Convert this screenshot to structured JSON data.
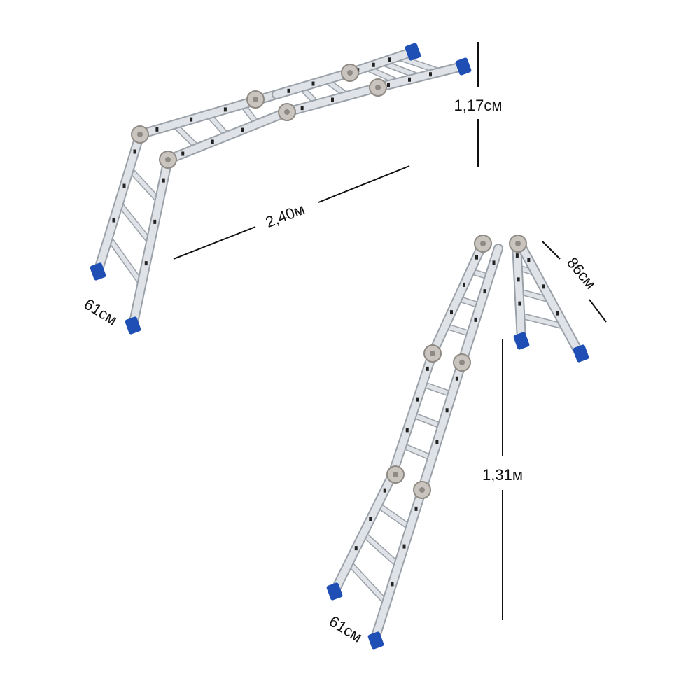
{
  "dimensions": {
    "platform_height": "1,17см",
    "platform_length": "2,40м",
    "platform_width": "61см",
    "stepladder_depth": "86см",
    "stepladder_height": "1,31м",
    "stepladder_width": "61см"
  },
  "colors": {
    "rail": "#dfe3e8",
    "rail_edge": "#9aa1a8",
    "foot": "#1f4fb5",
    "hinge": "#c9c4bd",
    "line": "#111111"
  }
}
